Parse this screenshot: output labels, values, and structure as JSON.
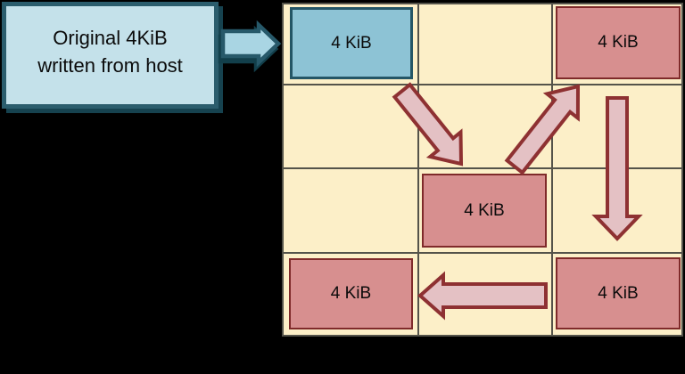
{
  "host_box": {
    "line1": "Original 4KiB",
    "line2": "written from host"
  },
  "flash_grid": {
    "rows": 4,
    "cols": 3,
    "blocks": [
      {
        "label": "4 KiB",
        "kind": "original-write",
        "cell": "row1-col1",
        "fill": "#8dc3d5"
      },
      {
        "label": "4 KiB",
        "kind": "rewritten-copy",
        "cell": "row1-col3",
        "fill": "#d78f8f"
      },
      {
        "label": "4 KiB",
        "kind": "rewritten-copy",
        "cell": "row3-col2",
        "fill": "#d78f8f"
      },
      {
        "label": "4 KiB",
        "kind": "rewritten-copy",
        "cell": "row4-col1",
        "fill": "#d78f8f"
      },
      {
        "label": "4 KiB",
        "kind": "rewritten-copy",
        "cell": "row4-col3",
        "fill": "#d78f8f"
      }
    ]
  },
  "arrows": [
    {
      "name": "host-to-flash-arrow",
      "direction": "right",
      "color": "#a9d5e3"
    },
    {
      "name": "move-down-right-arrow",
      "direction": "down-right",
      "color": "#e4c1c4"
    },
    {
      "name": "move-up-right-arrow",
      "direction": "up-right",
      "color": "#e4c1c4"
    },
    {
      "name": "move-down-arrow",
      "direction": "down",
      "color": "#e4c1c4"
    },
    {
      "name": "move-left-arrow",
      "direction": "left",
      "color": "#e4c1c4"
    }
  ],
  "colors": {
    "background": "#000000",
    "grid_background": "#fcefc8",
    "grid_line": "#54534a",
    "host_box_fill": "#c4e1ea",
    "host_box_border": "#2b5d6d",
    "original_page_fill": "#8dc3d5",
    "original_page_border": "#245666",
    "copy_page_fill": "#d78f8f",
    "copy_page_border": "#7f2a2a",
    "pink_arrow_fill": "#e4c1c4",
    "pink_arrow_stroke": "#8e3132",
    "blue_arrow_fill": "#a9d5e3",
    "blue_arrow_stroke": "#27596a"
  }
}
